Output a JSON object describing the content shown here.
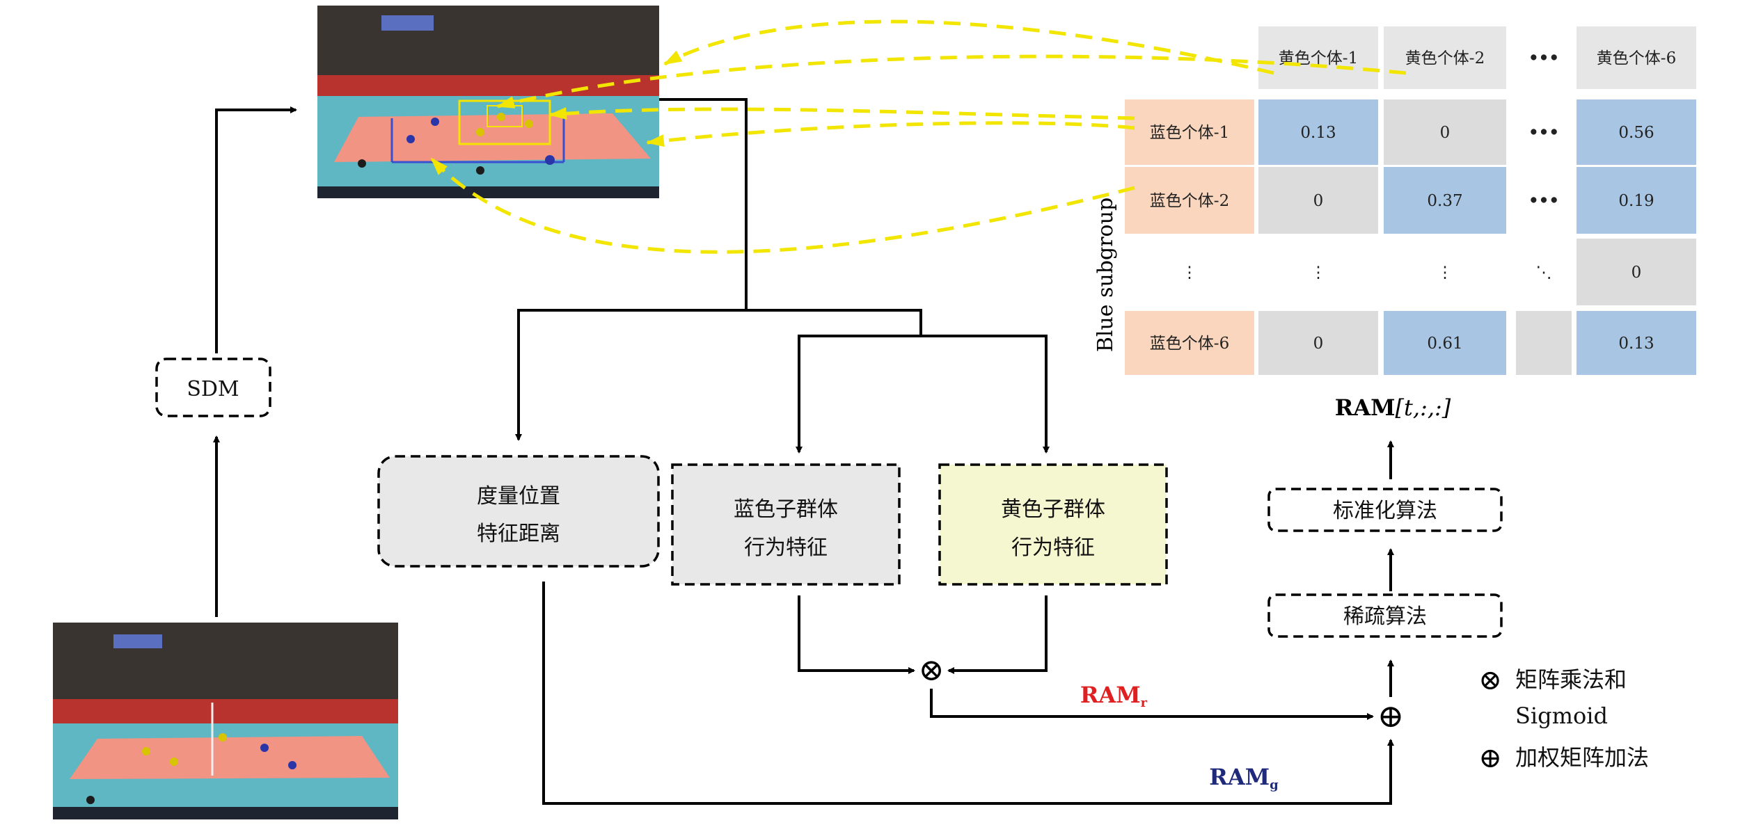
{
  "sdm_label": "SDM",
  "boxes": {
    "distance": [
      "度量位置",
      "特征距离"
    ],
    "blue": [
      "蓝色子群体",
      "行为特征"
    ],
    "yellow": [
      "黄色子群体",
      "行为特征"
    ],
    "normalize": "标准化算法",
    "sparse": "稀疏算法"
  },
  "ram_t_label": "RAM",
  "ram_t_args": "[t,:,:]",
  "ram_r": {
    "main": "RAM",
    "sub": "r",
    "color": "#e02020"
  },
  "ram_g": {
    "main": "RAM",
    "sub": "g",
    "color": "#1f2a7a"
  },
  "operators": {
    "multiply": "⊗",
    "add": "⊕"
  },
  "legend": {
    "multiply_symbol": "⊗",
    "multiply_line1": "矩阵乘法和",
    "multiply_line2": "Sigmoid",
    "add_symbol": "⊕",
    "add_line1": "加权矩阵加法"
  },
  "matrix": {
    "axis_label": "Blue subgroup",
    "col_headers": [
      "黄色个体-1",
      "黄色个体-2",
      "...",
      "黄色个体-6"
    ],
    "rows": [
      {
        "label": "蓝色个体-1",
        "cells": [
          "0.13",
          "0",
          "...",
          "0.56"
        ]
      },
      {
        "label": "蓝色个体-2",
        "cells": [
          "0",
          "0.37",
          "...",
          "0.19"
        ]
      },
      {
        "label": "⋮",
        "cells": [
          "⋮",
          "⋮",
          "⋱",
          "0"
        ]
      },
      {
        "label": "蓝色个体-6",
        "cells": [
          "0",
          "0.61",
          "",
          "0.13"
        ]
      }
    ],
    "highlight": [
      [
        1,
        0,
        0,
        1
      ],
      [
        0,
        1,
        0,
        1
      ],
      [
        0,
        0,
        0,
        0
      ],
      [
        0,
        1,
        0,
        1
      ]
    ],
    "colors": {
      "header": "#e6e6e6",
      "row_label": "#f9d6bd",
      "cell": "#dcdcdc",
      "highlight": "#a8c6e3"
    }
  },
  "colors": {
    "yellow_box": "#f5f7d0",
    "gray_box": "#e8e8e8",
    "dashed_link": "#f2e600"
  }
}
